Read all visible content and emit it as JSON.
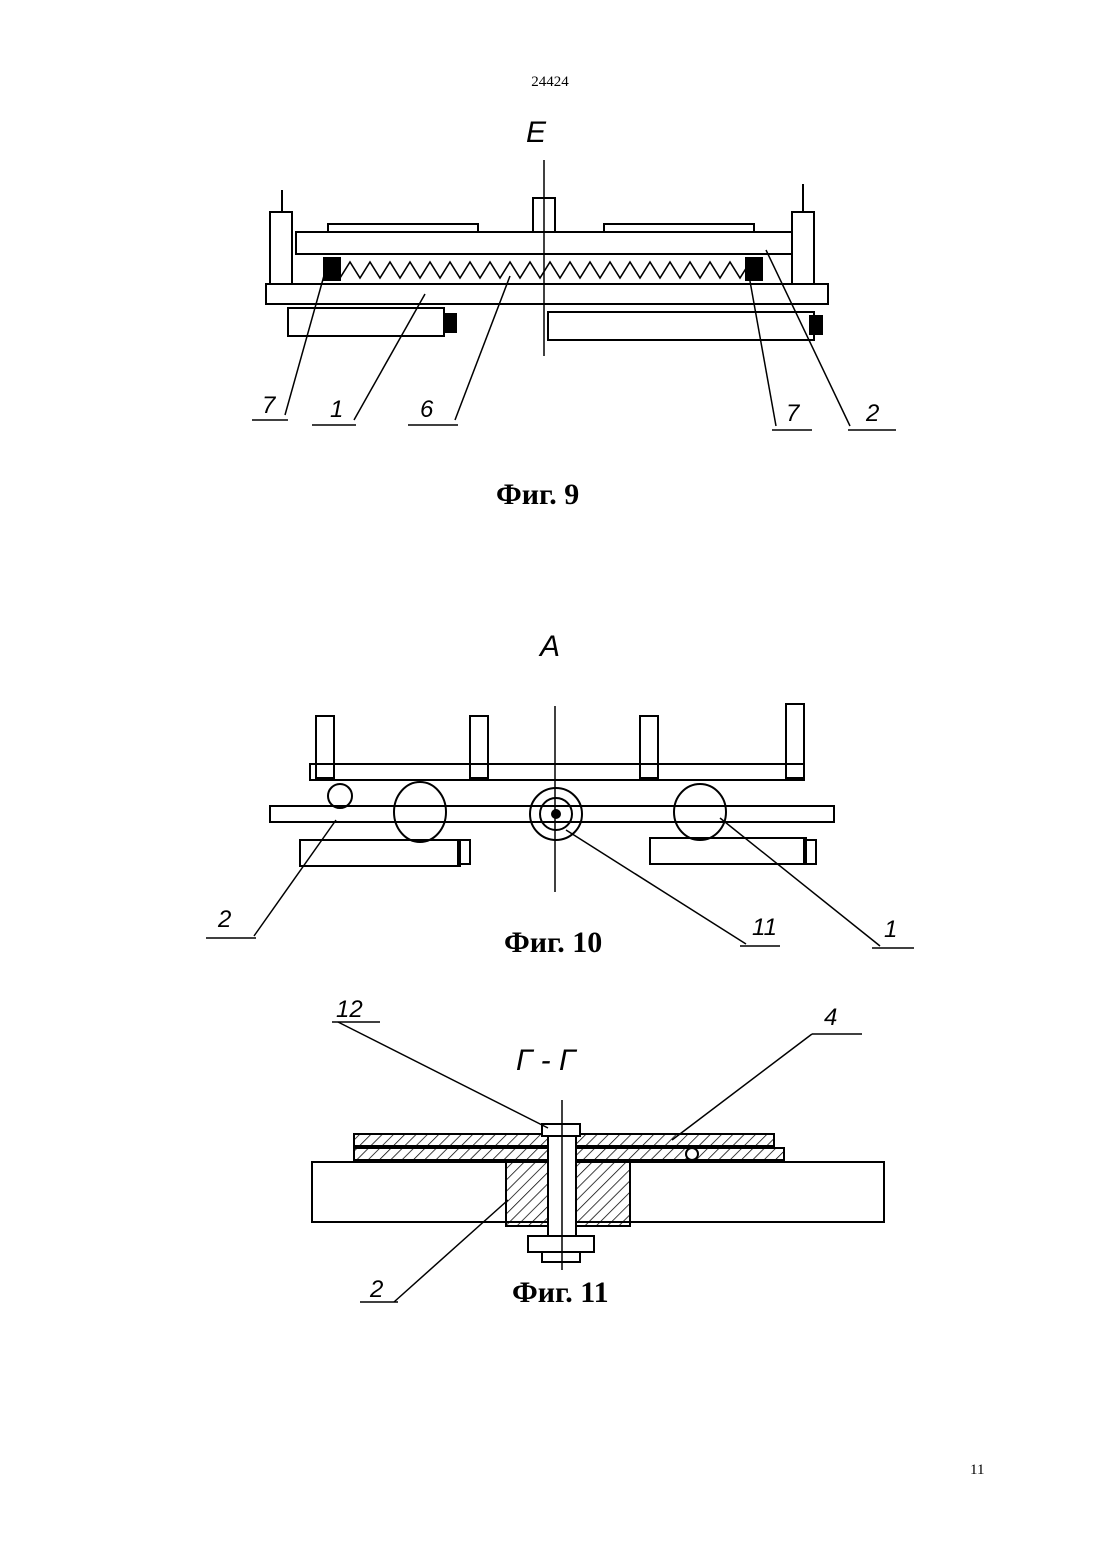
{
  "header": {
    "doc_number": "24424"
  },
  "footer": {
    "page_number": "11"
  },
  "figures": [
    {
      "caption": "Фиг. 9",
      "view_label": "Е",
      "refs": [
        "7",
        "1",
        "6",
        "7",
        "2"
      ]
    },
    {
      "caption": "Фиг. 10",
      "view_label": "А",
      "refs": [
        "2",
        "11",
        "1"
      ]
    },
    {
      "caption": "Фиг. 11",
      "view_label": "Г - Г",
      "refs": [
        "12",
        "4",
        "2"
      ]
    }
  ]
}
